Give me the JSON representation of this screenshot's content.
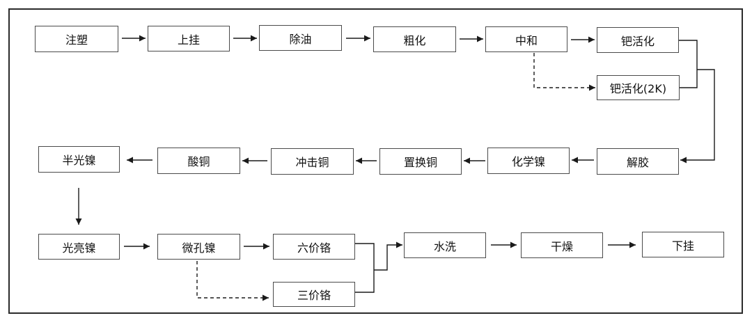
{
  "steps": {
    "injection_molding": "注塑",
    "racking": "上挂",
    "degreasing": "除油",
    "etching": "粗化",
    "neutralization": "中和",
    "pd_activation": "钯活化",
    "pd_activation_2k": "钯活化(2K)",
    "acceleration": "解胶",
    "electroless_nickel": "化学镍",
    "displacement_copper": "置换铜",
    "strike_copper": "冲击铜",
    "acid_copper": "酸铜",
    "semi_bright_nickel": "半光镍",
    "bright_nickel": "光亮镍",
    "microporous_nickel": "微孔镍",
    "hexavalent_chrome": "六价铬",
    "trivalent_chrome": "三价铬",
    "rinse": "水洗",
    "drying": "干燥",
    "unracking": "下挂"
  }
}
